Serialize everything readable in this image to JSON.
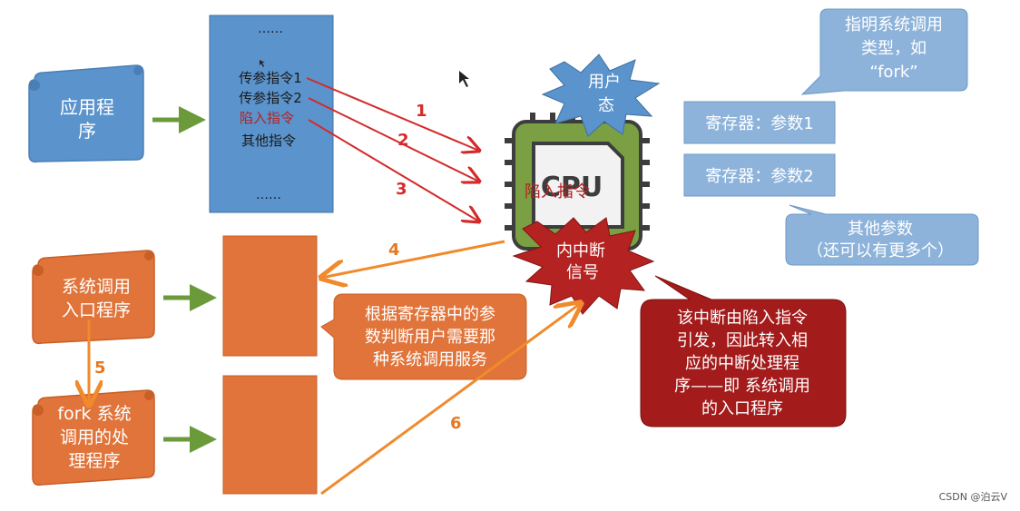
{
  "app_box": {
    "label_line1": "应用程",
    "label_line2": "序"
  },
  "instruction_box": {
    "top_dots": "……",
    "items": [
      "传参指令1",
      "传参指令2",
      "陷入指令",
      "其他指令"
    ],
    "bottom_dots": "……"
  },
  "user_mode": {
    "line1": "用户",
    "line2": "态"
  },
  "cpu": {
    "label": "CPU",
    "overlay": "陷入指令"
  },
  "interrupt": {
    "line1": "内中断",
    "line2": "信号"
  },
  "callout_type": {
    "line1": "指明系统调用",
    "line2": "类型，如",
    "line3": "“fork”"
  },
  "registers": {
    "reg1": "寄存器：参数1",
    "reg2": "寄存器：参数2"
  },
  "callout_other": {
    "line1": "其他参数",
    "line2": "（还可以有更多个）"
  },
  "syscall_entry": {
    "line1": "系统调用",
    "line2": "入口程序"
  },
  "fork_handler": {
    "line1": "fork 系统",
    "line2": "调用的处",
    "line3": "理程序"
  },
  "callout_judge": {
    "line1": "根据寄存器中的参",
    "line2": "数判断用户需要那",
    "line3": "种系统调用服务"
  },
  "callout_interrupt": {
    "line1": "该中断由陷入指令",
    "line2": "引发，因此转入相",
    "line3": "应的中断处理程",
    "line4": "序——即 系统调用",
    "line5": "的入口程序"
  },
  "arrow_labels": {
    "a1": "1",
    "a2": "2",
    "a3": "3",
    "a4": "4",
    "a5": "5",
    "a6": "6"
  },
  "watermark": "CSDN @泊云V",
  "colors": {
    "blue": "#5b93cc",
    "orange": "#e0743a",
    "green": "#6a9a3a",
    "red_arrow": "#d42a2a",
    "orange_arrow": "#f08a2c",
    "dark_red": "#a31b1b"
  }
}
